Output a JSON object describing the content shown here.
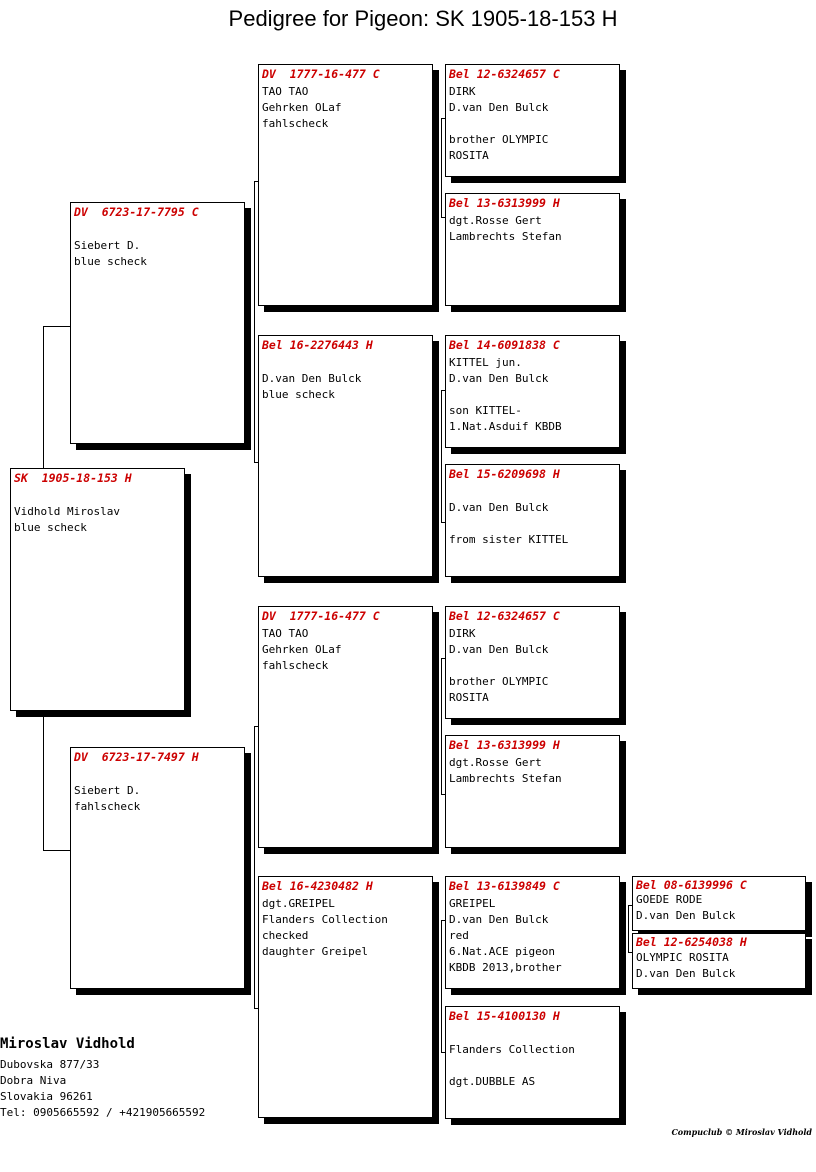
{
  "title": "Pedigree for Pigeon: SK  1905-18-153 H",
  "pigeons": {
    "subject": {
      "ring": "SK  1905-18-153 H",
      "lines": [
        "",
        "Vidhold Miroslav",
        "blue scheck"
      ]
    },
    "sire": {
      "ring": "DV  6723-17-7795 C",
      "lines": [
        "",
        "Siebert D.",
        "blue scheck"
      ]
    },
    "dam": {
      "ring": "DV  6723-17-7497 H",
      "lines": [
        "",
        "Siebert D.",
        "fahlscheck"
      ]
    },
    "sire_sire": {
      "ring": "DV  1777-16-477 C",
      "lines": [
        "TAO TAO",
        "Gehrken OLaf",
        "fahlscheck"
      ]
    },
    "sire_dam": {
      "ring": "Bel 16-2276443 H",
      "lines": [
        "",
        "D.van Den Bulck",
        "blue scheck"
      ]
    },
    "dam_sire": {
      "ring": "DV  1777-16-477 C",
      "lines": [
        "TAO TAO",
        "Gehrken OLaf",
        "fahlscheck"
      ]
    },
    "dam_dam": {
      "ring": "Bel 16-4230482 H",
      "lines": [
        "dgt.GREIPEL",
        "Flanders Collection",
        "checked",
        "daughter Greipel"
      ]
    },
    "ss_sire": {
      "ring": "Bel 12-6324657 C",
      "lines": [
        "DIRK",
        "D.van Den Bulck",
        "",
        "brother OLYMPIC",
        "ROSITA"
      ]
    },
    "ss_dam": {
      "ring": "Bel 13-6313999 H",
      "lines": [
        "dgt.Rosse Gert",
        "Lambrechts Stefan"
      ]
    },
    "sd_sire": {
      "ring": "Bel 14-6091838 C",
      "lines": [
        "KITTEL jun.",
        "D.van Den Bulck",
        "",
        "son KITTEL-",
        "1.Nat.Asduif KBDB"
      ]
    },
    "sd_dam": {
      "ring": "Bel 15-6209698 H",
      "lines": [
        "",
        "D.van Den Bulck",
        "",
        "from sister KITTEL"
      ]
    },
    "ds_sire": {
      "ring": "Bel 12-6324657 C",
      "lines": [
        "DIRK",
        "D.van Den Bulck",
        "",
        "brother OLYMPIC",
        "ROSITA"
      ]
    },
    "ds_dam": {
      "ring": "Bel 13-6313999 H",
      "lines": [
        "dgt.Rosse Gert",
        "Lambrechts Stefan"
      ]
    },
    "dd_sire": {
      "ring": "Bel 13-6139849 C",
      "lines": [
        "GREIPEL",
        "D.van Den Bulck",
        "red",
        "6.Nat.ACE pigeon",
        "KBDB 2013,brother"
      ]
    },
    "dd_dam": {
      "ring": "Bel 15-4100130 H",
      "lines": [
        "",
        "Flanders Collection",
        "",
        "dgt.DUBBLE AS"
      ]
    },
    "dds_sire": {
      "ring": "Bel 08-6139996 C",
      "lines": [
        "GOEDE RODE",
        "D.van Den Bulck"
      ]
    },
    "dds_dam": {
      "ring": "Bel 12-6254038 H",
      "lines": [
        "OLYMPIC ROSITA",
        "D.van Den Bulck"
      ]
    }
  },
  "owner": {
    "name": "Miroslav Vidhold",
    "address": [
      "Dubovska 877/33",
      "Dobra Niva",
      "Slovakia 96261",
      "Tel: 0905665592 / +421905665592"
    ]
  },
  "footer": "Compuclub © Miroslav Vidhold"
}
